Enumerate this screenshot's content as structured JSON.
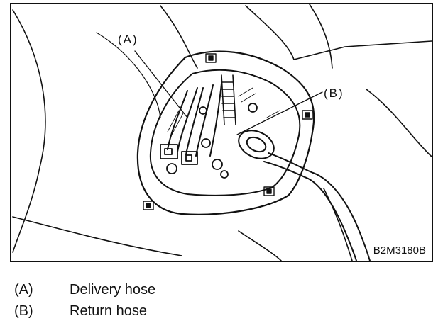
{
  "figure": {
    "callout_a": "(A)",
    "callout_b": "(B)",
    "figure_code": "B2M3180B"
  },
  "legend": {
    "items": [
      {
        "key": "(A)",
        "label": "Delivery hose"
      },
      {
        "key": "(B)",
        "label": "Return hose"
      }
    ]
  }
}
